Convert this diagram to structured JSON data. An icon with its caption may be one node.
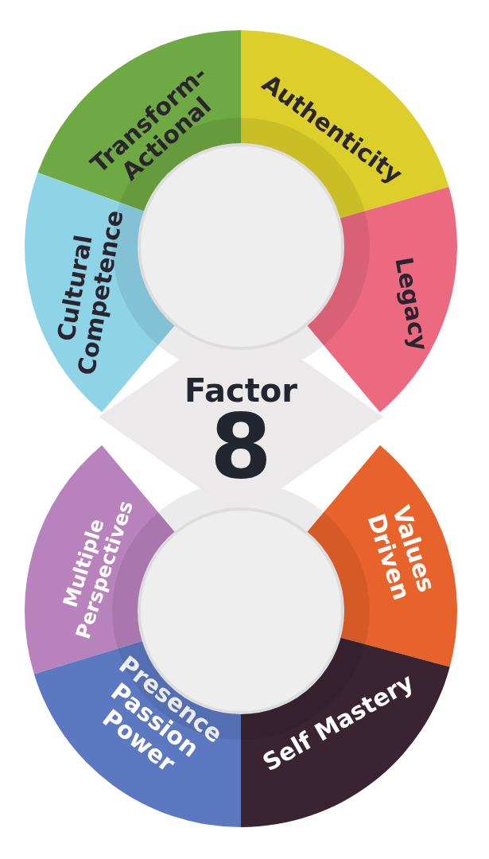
{
  "diagram": {
    "nodes": [
      {
        "text": [
          "Transform- Actional"
        ]
      },
      {
        "text": [
          "Authenticity"
        ]
      },
      {
        "text": [
          "Cultural Competence"
        ]
      },
      {
        "text": [
          "Legacy"
        ]
      },
      {
        "text": [
          "Factor",
          "8"
        ]
      },
      {
        "text": [
          "Multiple Perspectives"
        ]
      },
      {
        "text": [
          "Values Driven"
        ]
      },
      {
        "text": [
          "Presence Passion Power"
        ]
      },
      {
        "text": [
          "Self Mastery"
        ]
      },
      {
        "text": [],
        "shape": "circle"
      },
      {
        "text": [],
        "shape": "circle"
      }
    ]
  }
}
